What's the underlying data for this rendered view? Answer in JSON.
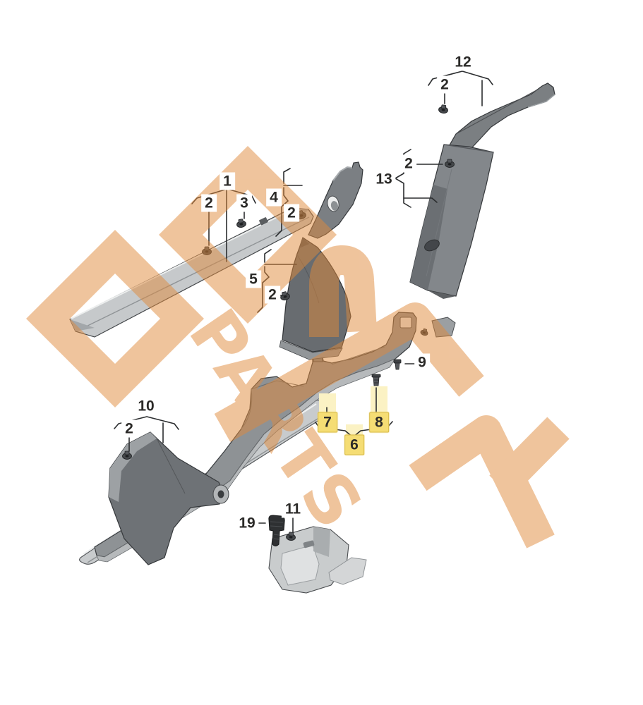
{
  "watermark": {
    "text": "PARTS",
    "color": "#e08a3c"
  },
  "callouts": [
    {
      "label": "1",
      "highlight": false
    },
    {
      "label": "2",
      "highlight": false
    },
    {
      "label": "3",
      "highlight": false
    },
    {
      "label": "4",
      "highlight": false
    },
    {
      "label": "2",
      "highlight": false
    },
    {
      "label": "5",
      "highlight": false
    },
    {
      "label": "2",
      "highlight": false
    },
    {
      "label": "12",
      "highlight": false
    },
    {
      "label": "2",
      "highlight": false
    },
    {
      "label": "13",
      "highlight": false
    },
    {
      "label": "2",
      "highlight": false
    },
    {
      "label": "9",
      "highlight": false
    },
    {
      "label": "7",
      "highlight": true
    },
    {
      "label": "8",
      "highlight": true
    },
    {
      "label": "6",
      "highlight": true
    },
    {
      "label": "10",
      "highlight": false
    },
    {
      "label": "2",
      "highlight": false
    },
    {
      "label": "19",
      "highlight": false
    },
    {
      "label": "11",
      "highlight": false
    }
  ],
  "colors": {
    "highlight_box": "#f5dd74",
    "highlight_border": "#d8bb49",
    "label_text": "#2b2a28",
    "leader_line": "#2b2d2f",
    "part_light": "#c6c9cb",
    "part_mid": "#8e9295",
    "part_dark": "#6e7276",
    "watermark_orange": "#e08a3c"
  }
}
